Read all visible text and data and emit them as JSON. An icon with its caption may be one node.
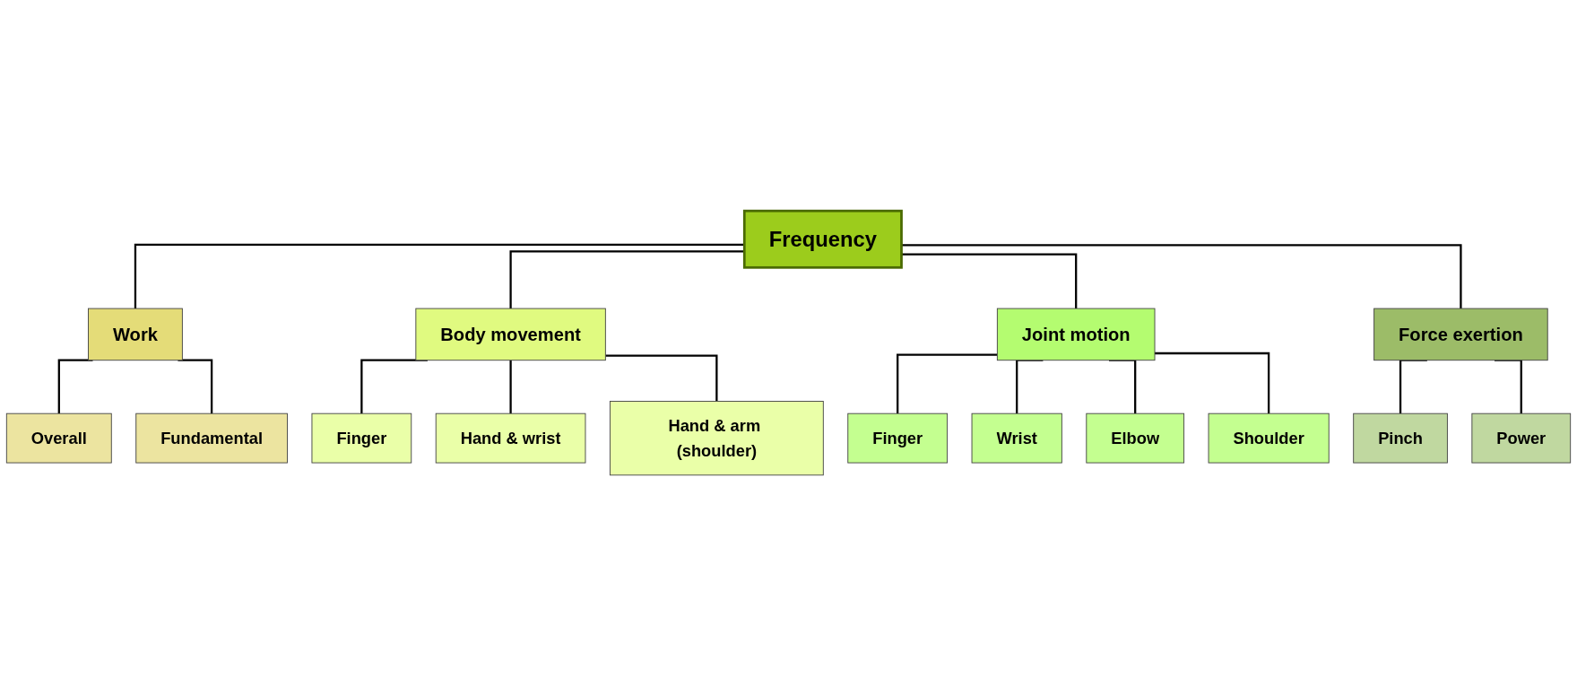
{
  "diagram": {
    "nodes": [
      {
        "text": [
          "Frequency"
        ]
      },
      {
        "text": [
          "Work"
        ]
      },
      {
        "text": [
          "Body movement"
        ]
      },
      {
        "text": [
          "Joint motion"
        ]
      },
      {
        "text": [
          "Force exertion"
        ]
      },
      {
        "text": [
          "Overall"
        ]
      },
      {
        "text": [
          "Fundamental"
        ]
      },
      {
        "text": [
          "Finger"
        ]
      },
      {
        "text": [
          "Hand & wrist"
        ]
      },
      {
        "text": [
          "Hand & arm (shoulder)"
        ]
      },
      {
        "text": [
          "Finger"
        ]
      },
      {
        "text": [
          "Wrist"
        ]
      },
      {
        "text": [
          "Elbow"
        ]
      },
      {
        "text": [
          "Shoulder"
        ]
      },
      {
        "text": [
          "Pinch"
        ]
      },
      {
        "text": [
          "Power"
        ]
      }
    ],
    "edges": [
      {
        "from": 0,
        "to": 1,
        "arrow": "none"
      },
      {
        "from": 0,
        "to": 2,
        "arrow": "none"
      },
      {
        "from": 0,
        "to": 3,
        "arrow": "none"
      },
      {
        "from": 0,
        "to": 4,
        "arrow": "none"
      },
      {
        "from": 1,
        "to": 5,
        "arrow": "none"
      },
      {
        "from": 1,
        "to": 6,
        "arrow": "none"
      },
      {
        "from": 2,
        "to": 7,
        "arrow": "none"
      },
      {
        "from": 2,
        "to": 8,
        "arrow": "none"
      },
      {
        "from": 2,
        "to": 9,
        "arrow": "none"
      },
      {
        "from": 3,
        "to": 10,
        "arrow": "none"
      },
      {
        "from": 3,
        "to": 11,
        "arrow": "none"
      },
      {
        "from": 3,
        "to": 12,
        "arrow": "none"
      },
      {
        "from": 3,
        "to": 13,
        "arrow": "none"
      },
      {
        "from": 4,
        "to": 14,
        "arrow": "none"
      },
      {
        "from": 4,
        "to": 15,
        "arrow": "none"
      }
    ]
  }
}
